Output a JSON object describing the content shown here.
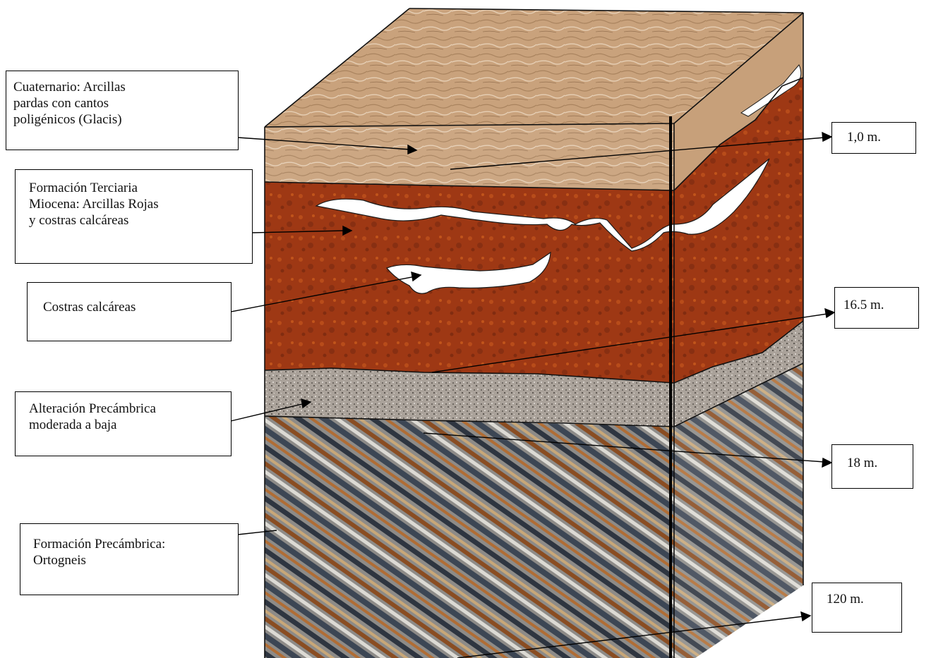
{
  "labels": {
    "cuaternario": "Cuaternario: Arcillas\npardas con cantos\npoligénicos (Glacis)",
    "terciaria": "Formación Terciaria\nMiocena: Arcillas Rojas\ny costras calcáreas",
    "costras": "Costras calcáreas",
    "alteracion": "Alteración Precámbrica\nmoderada a baja",
    "precambrica": "Formación Precámbrica:\nOrtogneis"
  },
  "depths": {
    "d1": "1,0  m.",
    "d2": "16.5 m.",
    "d3": "18  m.",
    "d4": "120  m."
  },
  "colors": {
    "sand_top": "#c9a27c",
    "sand_front": "#c29b74",
    "red_clay": "#a23a14",
    "calcrete": "#ffffff",
    "weathered": "#aba39b",
    "gneiss": "#8a8a8c"
  }
}
